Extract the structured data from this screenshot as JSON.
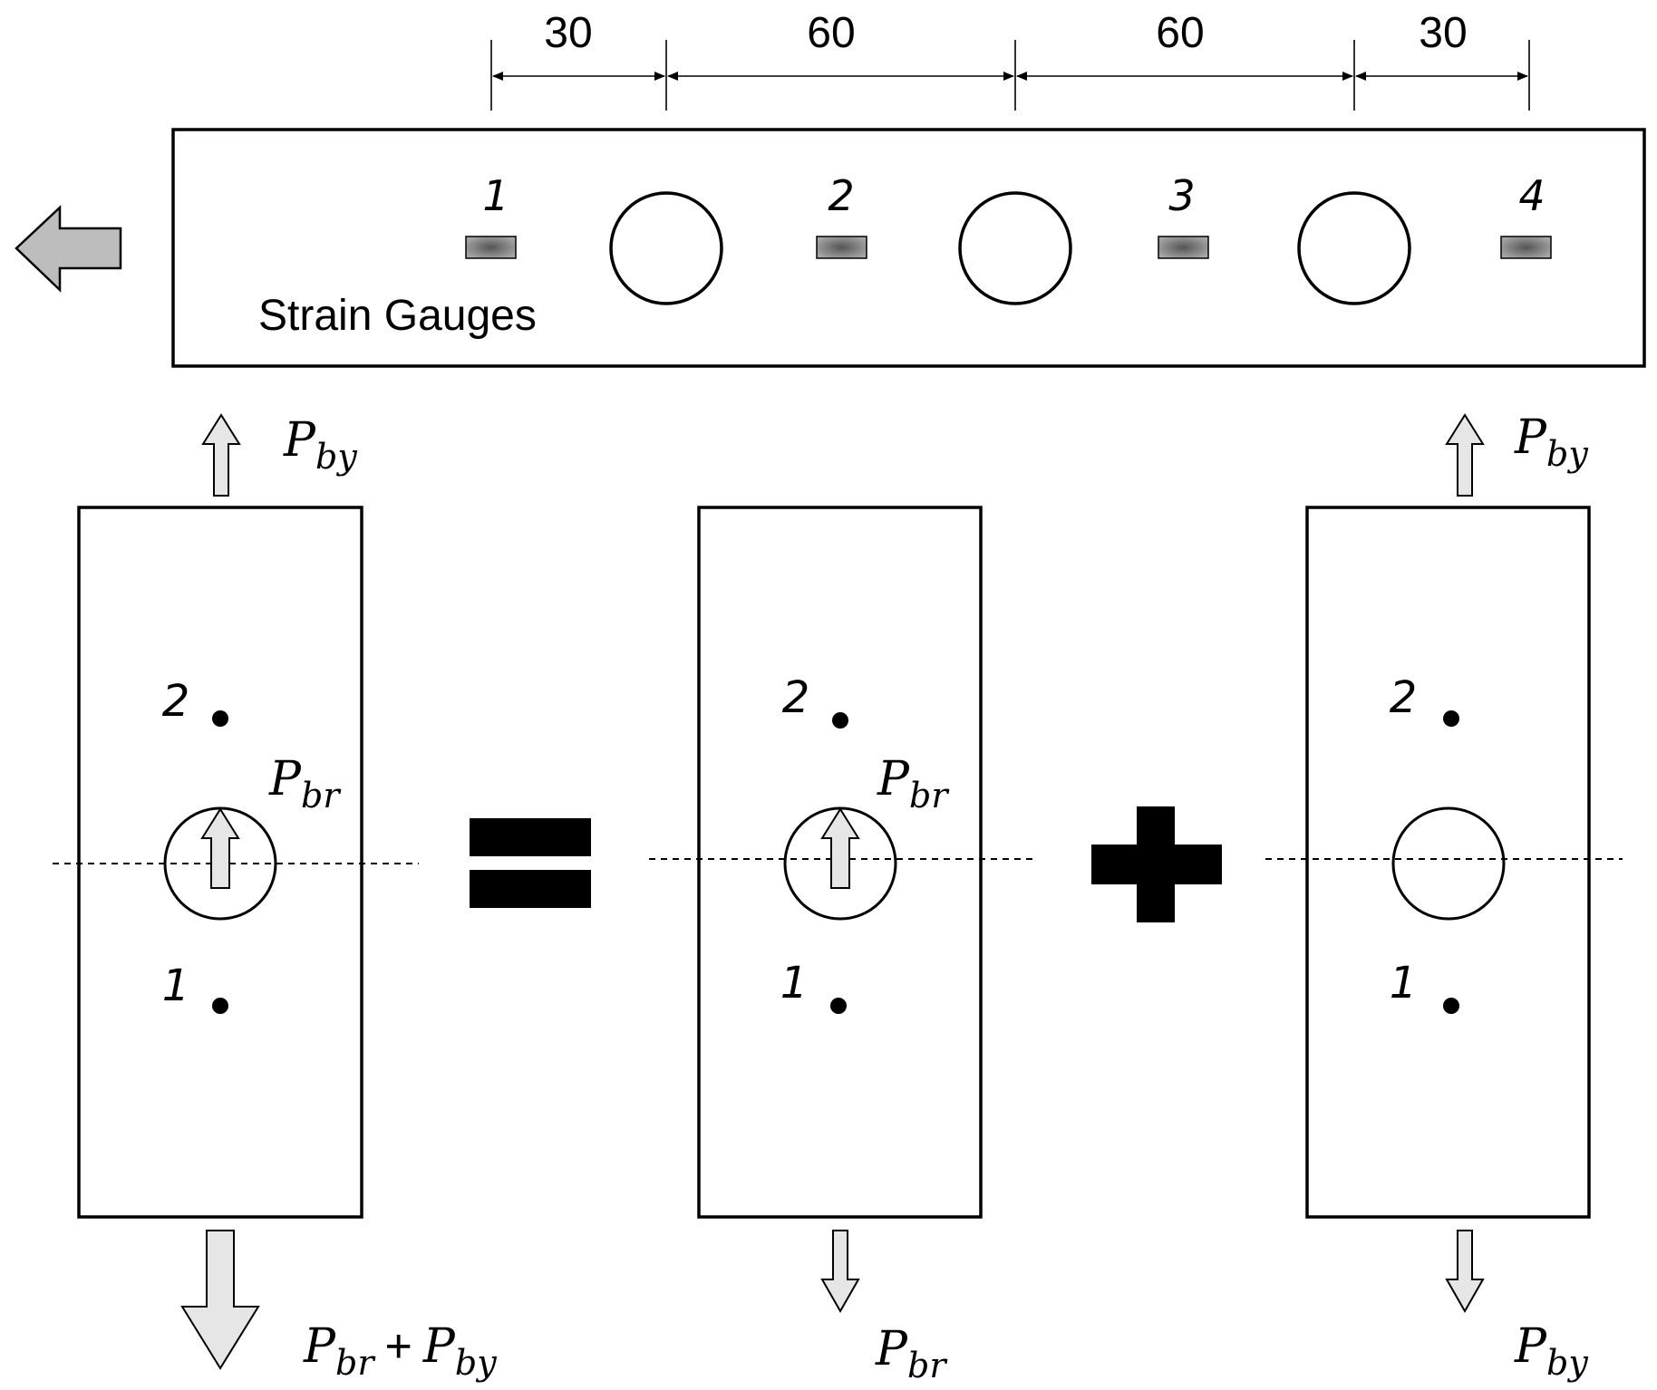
{
  "dimensions": [
    "30",
    "60",
    "60",
    "30"
  ],
  "gauge_numbers": [
    "1",
    "2",
    "3",
    "4"
  ],
  "strain_gauges_label": "Strain Gauges",
  "loads": {
    "p": "P",
    "by": "by",
    "br": "br",
    "plus": "+"
  },
  "points": {
    "top": "2",
    "bottom": "1"
  },
  "colors": {
    "line": "#000000",
    "arrow_fill": "#e6e6e6",
    "big_arrow_fill": "#bdbdbd",
    "gauge_fill": "#9a9a9a"
  }
}
